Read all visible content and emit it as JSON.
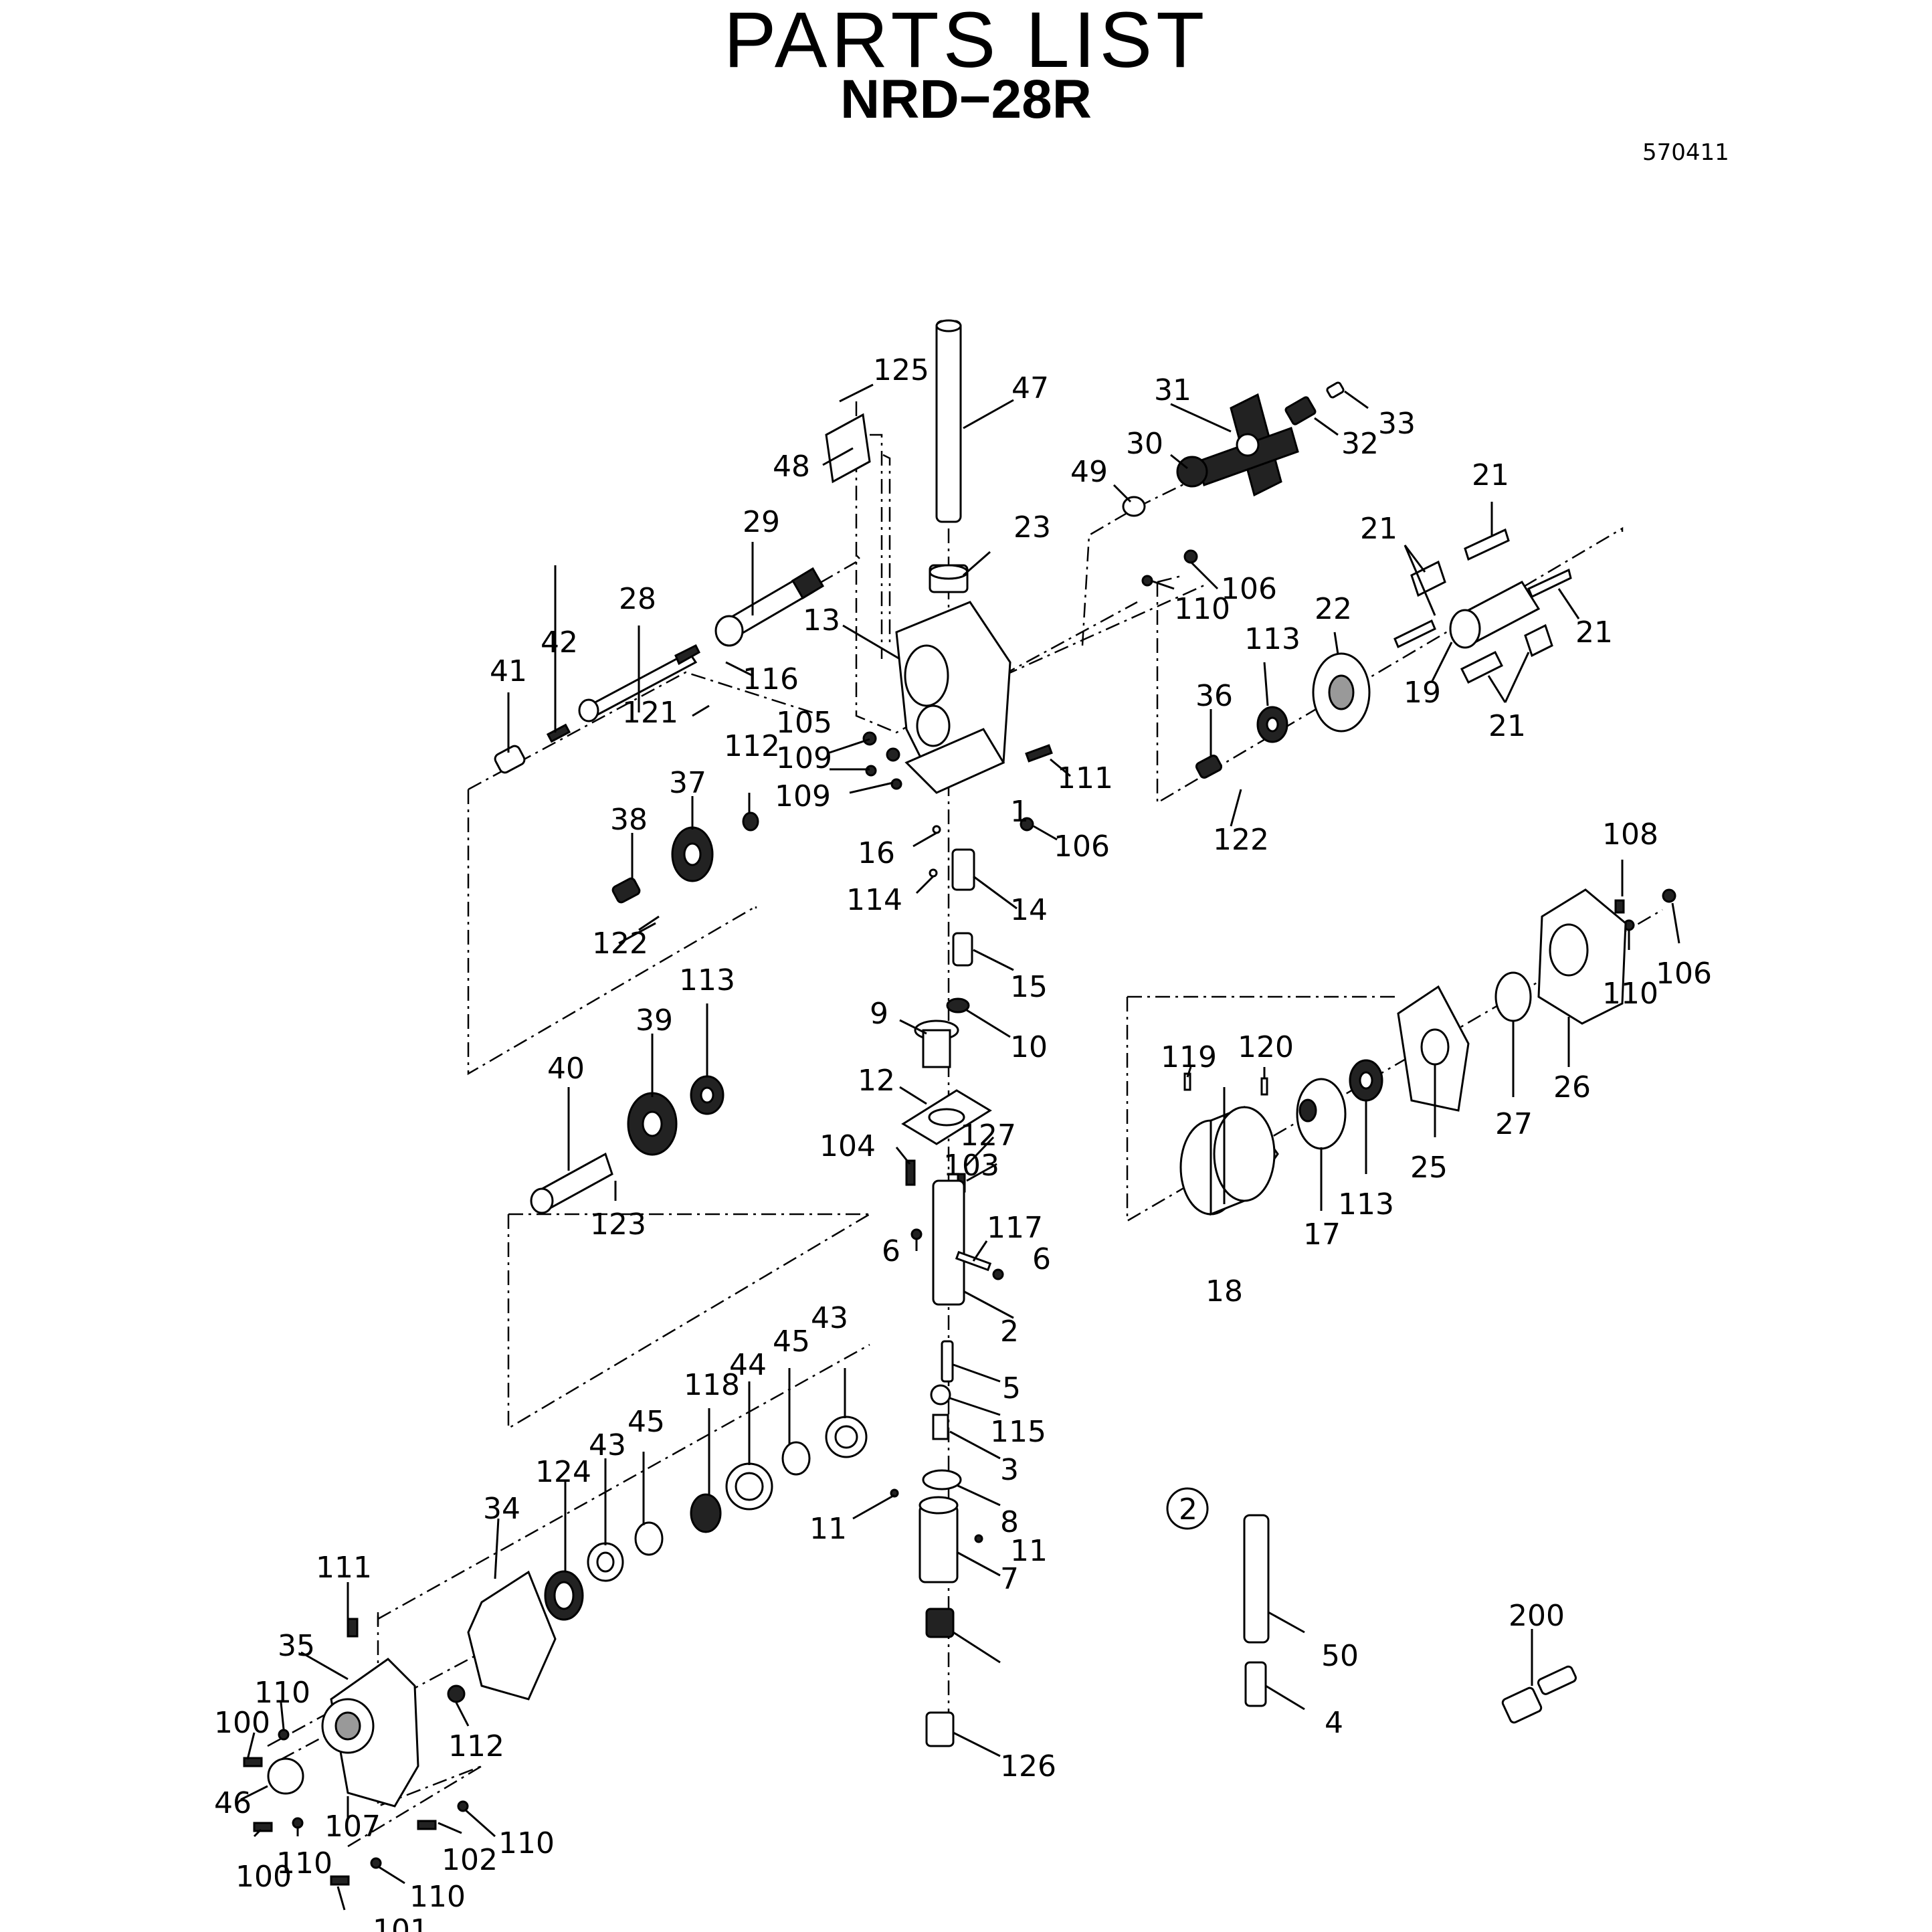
{
  "header": {
    "title": "PARTS  LIST",
    "model": "NRD−28R",
    "code": "570411"
  },
  "callouts": {
    "c1": "1",
    "c2": "2",
    "c3": "3",
    "c4": "4",
    "c5": "5",
    "c6a": "6",
    "c6b": "6",
    "c7": "7",
    "c8": "8",
    "c9": "9",
    "c10": "10",
    "c11a": "11",
    "c11b": "11",
    "c12": "12",
    "c13": "13",
    "c14": "14",
    "c15": "15",
    "c16": "16",
    "c17": "17",
    "c18": "18",
    "c19": "19",
    "c21a": "21",
    "c21b": "21",
    "c21c": "21",
    "c21d": "21",
    "c22": "22",
    "c23": "23",
    "c25": "25",
    "c26": "26",
    "c27": "27",
    "c28": "28",
    "c29": "29",
    "c30": "30",
    "c31": "31",
    "c32": "32",
    "c33": "33",
    "c34": "34",
    "c35": "35",
    "c36": "36",
    "c37": "37",
    "c38": "38",
    "c39": "39",
    "c40": "40",
    "c41": "41",
    "c42": "42",
    "c43a": "43",
    "c43b": "43",
    "c44": "44",
    "c45a": "45",
    "c45b": "45",
    "c46": "46",
    "c47": "47",
    "c48": "48",
    "c49": "49",
    "c50": "50",
    "c100a": "100",
    "c100b": "100",
    "c101": "101",
    "c102": "102",
    "c103": "103",
    "c104": "104",
    "c105": "105",
    "c106a": "106",
    "c106b": "106",
    "c106c": "106",
    "c107": "107",
    "c108": "108",
    "c109a": "109",
    "c109b": "109",
    "c110a": "110",
    "c110b": "110",
    "c110c": "110",
    "c110d": "110",
    "c110e": "110",
    "c110f": "110",
    "c111a": "111",
    "c111b": "111",
    "c112a": "112",
    "c112b": "112",
    "c113a": "113",
    "c113b": "113",
    "c113c": "113",
    "c114": "114",
    "c115": "115",
    "c116": "116",
    "c117": "117",
    "c118": "118",
    "c119": "119",
    "c120": "120",
    "c121": "121",
    "c122a": "122",
    "c122b": "122",
    "c123": "123",
    "c124": "124",
    "c125": "125",
    "c126": "126",
    "c127": "127",
    "c200": "200"
  },
  "variant_marker": "2"
}
